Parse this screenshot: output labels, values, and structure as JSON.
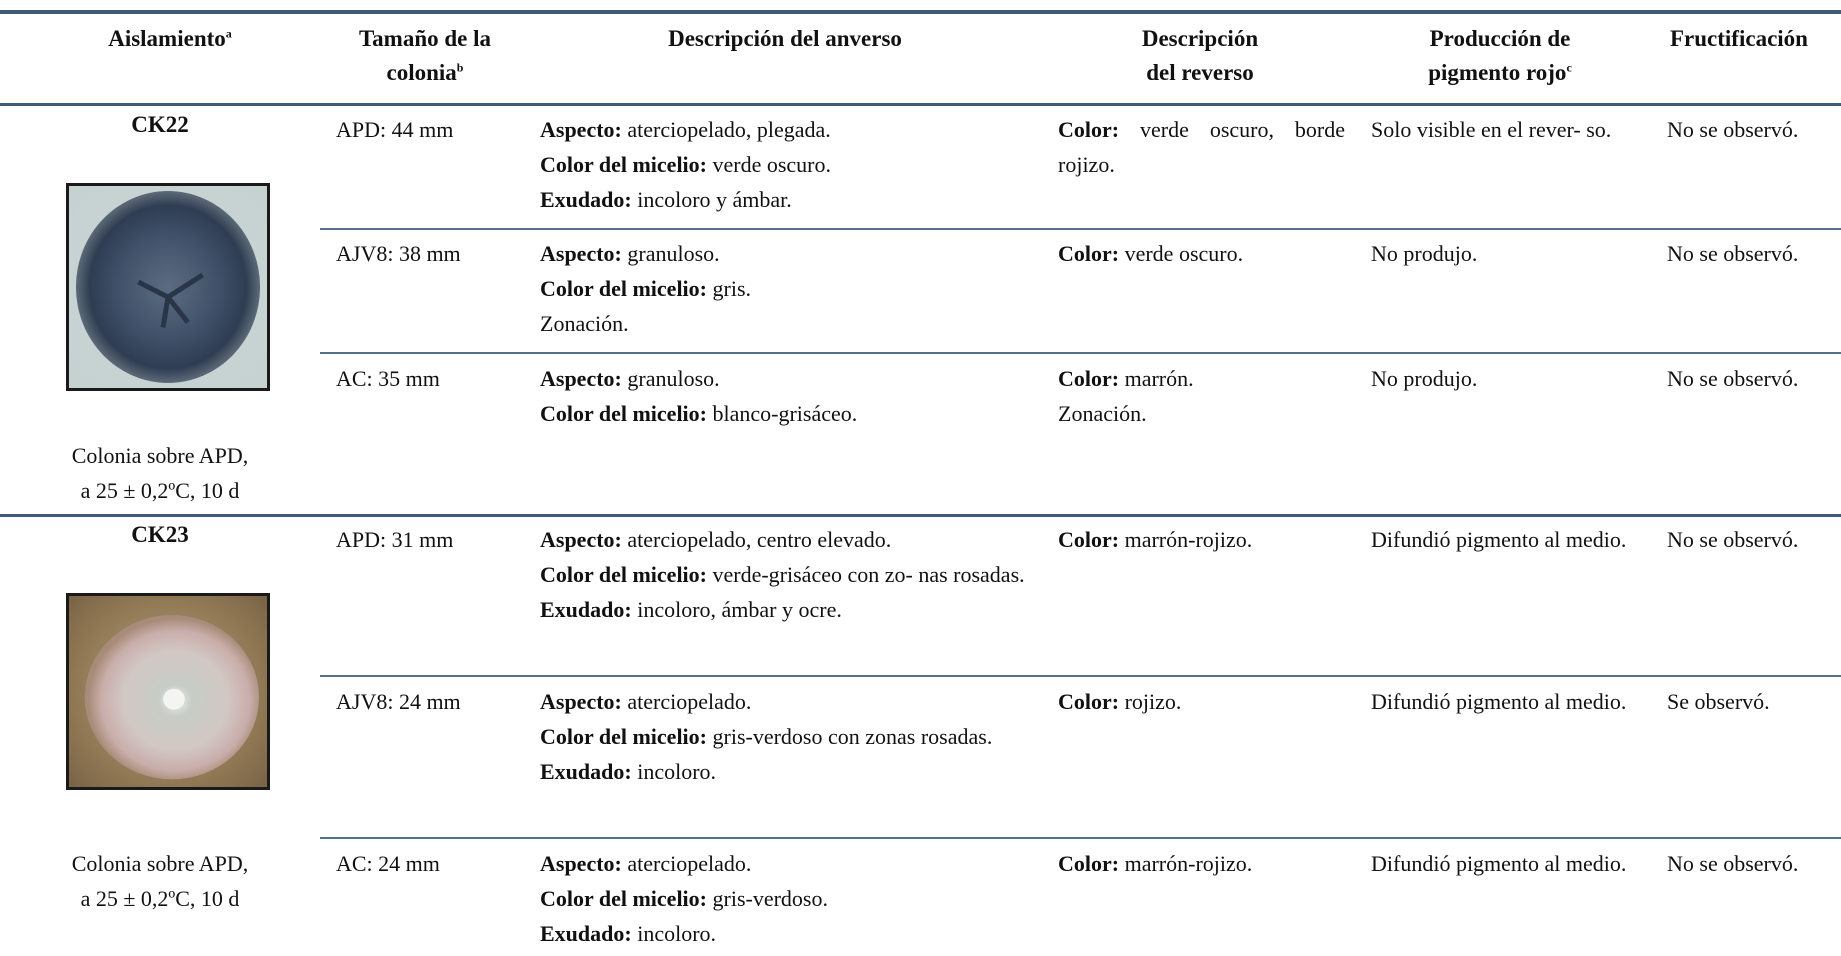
{
  "headers": {
    "aislamiento": "Aislamiento",
    "aislamiento_sup": "a",
    "tamano_line1": "Tamaño de la",
    "tamano_line2": "colonia",
    "tamano_sup": "b",
    "anverso": "Descripción del anverso",
    "reverso_line1": "Descripción",
    "reverso_line2": "del reverso",
    "pigmento_line1": "Producción de",
    "pigmento_line2": "pigmento rojo",
    "pigmento_sup": "c",
    "fructificacion": "Fructificación"
  },
  "labels": {
    "aspecto": "Aspecto:",
    "color_micelio": "Color del micelio:",
    "exudado": "Exudado:",
    "color": "Color:"
  },
  "groups": [
    {
      "code": "CK22",
      "caption_line1": "Colonia sobre APD,",
      "caption_line2": "a 25 ± 0,2ºC, 10 d",
      "rows": [
        {
          "size": "APD: 44 mm",
          "aspecto": "aterciopelado, plegada.",
          "micelio": "verde oscuro.",
          "exudado": "incoloro y ámbar.",
          "reverso_color": "verde oscuro, borde rojizo.",
          "pigmento": "Solo visible en el rever- so.",
          "fructificacion": "No se observó."
        },
        {
          "size": "AJV8: 38 mm",
          "aspecto": "granuloso.",
          "micelio": "gris.",
          "extra": "Zonación.",
          "reverso_color": "verde oscuro.",
          "pigmento": "No produjo.",
          "fructificacion": "No se observó."
        },
        {
          "size": "AC: 35 mm",
          "aspecto": "granuloso.",
          "micelio": "blanco-grisáceo.",
          "reverso_color": "marrón.",
          "reverso_extra": "Zonación.",
          "pigmento": "No produjo.",
          "fructificacion": "No se observó."
        }
      ]
    },
    {
      "code": "CK23",
      "caption_line1": "Colonia sobre APD,",
      "caption_line2": "a 25 ± 0,2ºC, 10 d",
      "rows": [
        {
          "size": "APD: 31 mm",
          "aspecto": "aterciopelado, centro elevado.",
          "micelio": "verde-grisáceo con zo- nas rosadas.",
          "exudado": "incoloro, ámbar y ocre.",
          "reverso_color": "marrón-rojizo.",
          "pigmento": "Difundió pigmento al medio.",
          "fructificacion": "No se observó."
        },
        {
          "size": "AJV8: 24 mm",
          "aspecto": "aterciopelado.",
          "micelio": "gris-verdoso con zonas rosadas.",
          "exudado": "incoloro.",
          "reverso_color": "rojizo.",
          "pigmento": "Difundió pigmento al medio.",
          "fructificacion": "Se observó."
        },
        {
          "size": "AC: 24 mm",
          "aspecto": "aterciopelado.",
          "micelio": "gris-verdoso.",
          "exudado": "incoloro.",
          "reverso_color": "marrón-rojizo.",
          "pigmento": "Difundió pigmento al medio.",
          "fructificacion": "No se observó."
        }
      ]
    }
  ]
}
